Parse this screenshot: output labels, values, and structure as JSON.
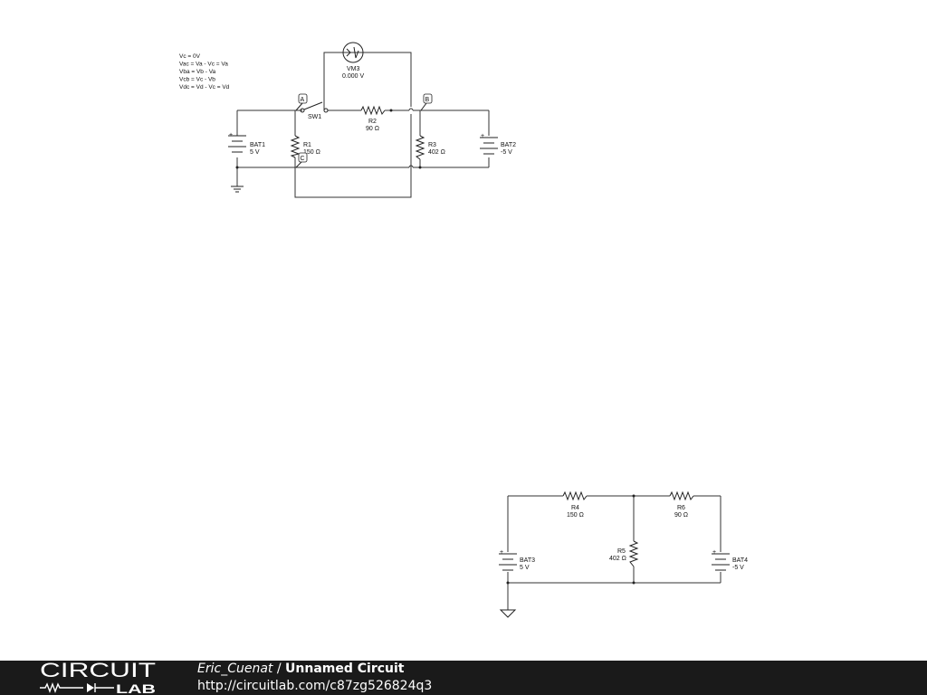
{
  "notes": [
    "Vc = 0V",
    "Vac = Va - Vc = Va",
    "Vba = Vb - Va",
    "Vcb = Vc - Vb",
    "Vdc = Vd - Vc = Vd"
  ],
  "circuit1": {
    "vm3": {
      "name": "VM3",
      "reading": "0.000 V"
    },
    "sw1": "SW1",
    "r1": {
      "name": "R1",
      "value": "150 Ω"
    },
    "r2": {
      "name": "R2",
      "value": "90 Ω"
    },
    "r3": {
      "name": "R3",
      "value": "402 Ω"
    },
    "bat1": {
      "name": "BAT1",
      "value": "5 V"
    },
    "bat2": {
      "name": "BAT2",
      "value": "-5 V"
    },
    "node_a": "A",
    "node_b": "B",
    "node_c": "C",
    "plus": "+"
  },
  "circuit2": {
    "r4": {
      "name": "R4",
      "value": "150 Ω"
    },
    "r5": {
      "name": "R5",
      "value": "402 Ω"
    },
    "r6": {
      "name": "R6",
      "value": "90 Ω"
    },
    "bat3": {
      "name": "BAT3",
      "value": "5 V"
    },
    "bat4": {
      "name": "BAT4",
      "value": "-5 V"
    },
    "plus": "+"
  },
  "footer": {
    "logo_top": "CIRCUIT",
    "logo_bottom": "LAB",
    "author": "Eric_Cuenat",
    "separator": " / ",
    "circuit_name": "Unnamed Circuit",
    "url": "http://circuitlab.com/c87zg526824q3"
  }
}
